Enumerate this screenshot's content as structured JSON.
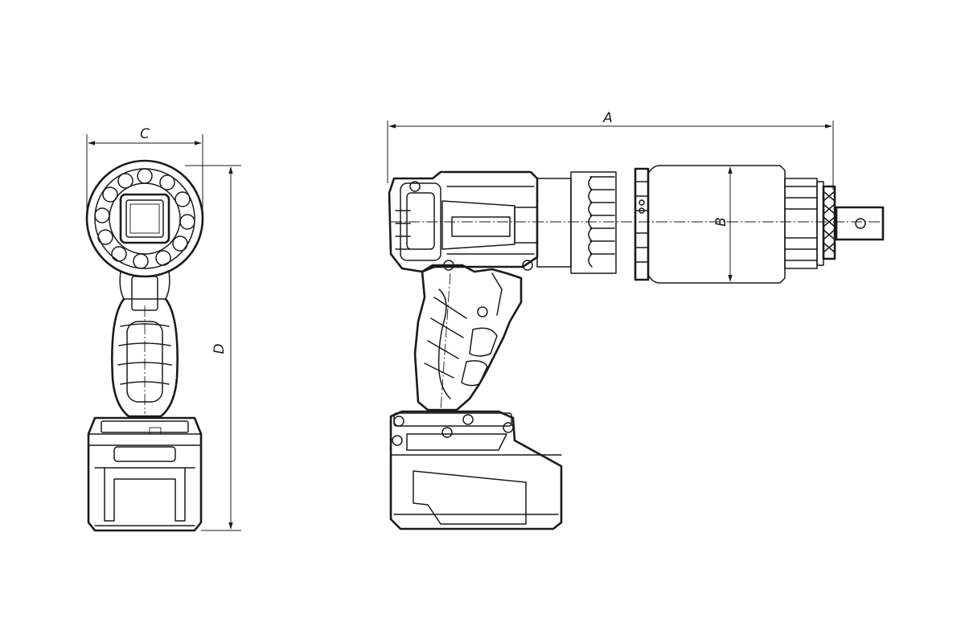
{
  "dimensions": {
    "A": "A",
    "B": "B",
    "C": "C",
    "D": "D"
  }
}
